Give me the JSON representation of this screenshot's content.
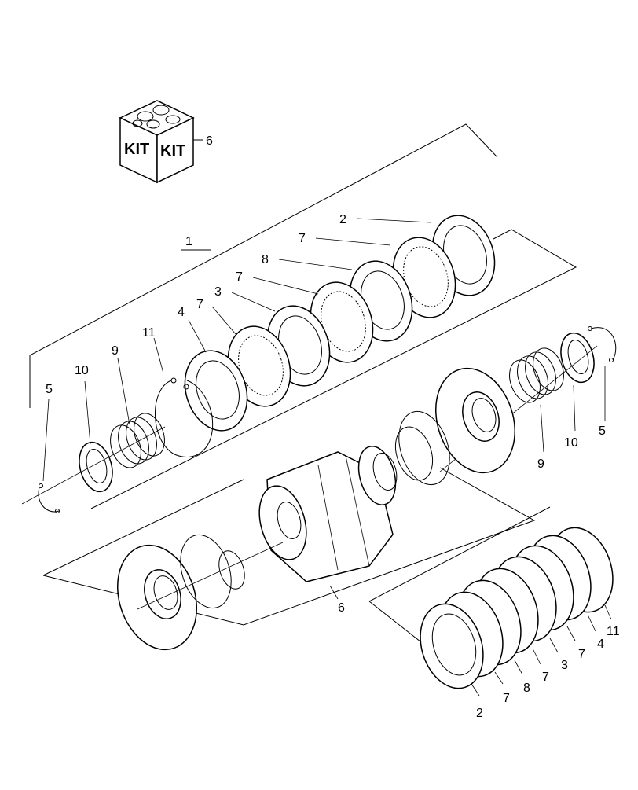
{
  "kit": {
    "label_left": "KIT",
    "label_right": "KIT"
  },
  "callouts": [
    {
      "id": "kit-callout",
      "text": "6"
    },
    {
      "id": "assembly-upper",
      "text": "1"
    },
    {
      "id": "upper-plate-2",
      "text": "2"
    },
    {
      "id": "upper-disc-7a",
      "text": "7"
    },
    {
      "id": "upper-plate-8",
      "text": "8"
    },
    {
      "id": "upper-disc-7b",
      "text": "7"
    },
    {
      "id": "upper-plate-3",
      "text": "3"
    },
    {
      "id": "upper-disc-7c",
      "text": "7"
    },
    {
      "id": "upper-plate-4",
      "text": "4"
    },
    {
      "id": "upper-snap-ring-11",
      "text": "11"
    },
    {
      "id": "left-spring-9",
      "text": "9"
    },
    {
      "id": "left-washer-10",
      "text": "10"
    },
    {
      "id": "left-circlip-5",
      "text": "5"
    },
    {
      "id": "right-circlip-5",
      "text": "5"
    },
    {
      "id": "right-washer-10",
      "text": "10"
    },
    {
      "id": "right-spring-9",
      "text": "9"
    },
    {
      "id": "housing-6",
      "text": "6"
    },
    {
      "id": "lower-plate-2",
      "text": "2"
    },
    {
      "id": "lower-disc-7a",
      "text": "7"
    },
    {
      "id": "lower-plate-8",
      "text": "8"
    },
    {
      "id": "lower-disc-7b",
      "text": "7"
    },
    {
      "id": "lower-plate-3",
      "text": "3"
    },
    {
      "id": "lower-disc-7c",
      "text": "7"
    },
    {
      "id": "lower-plate-4",
      "text": "4"
    },
    {
      "id": "lower-snap-ring-11",
      "text": "11"
    }
  ]
}
